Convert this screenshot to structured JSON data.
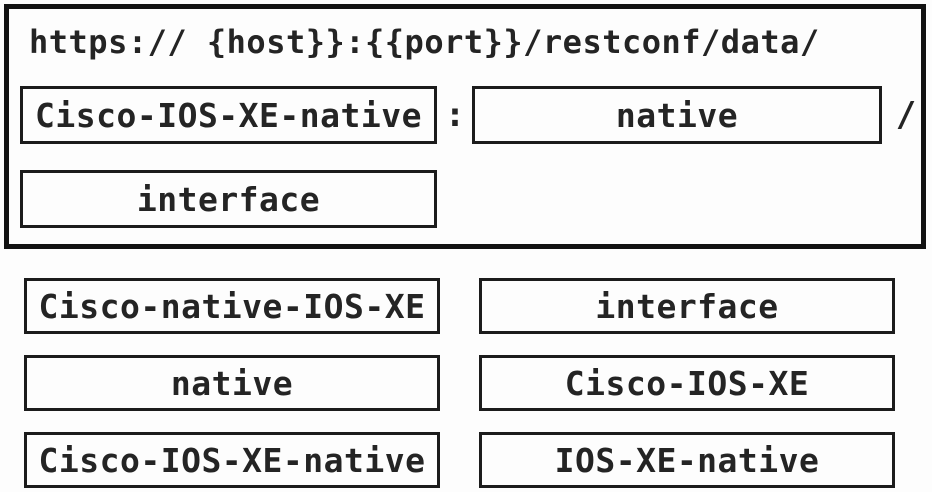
{
  "question": {
    "url_template": {
      "base_url": "https:// {host}}:{{port}}/restconf/data/",
      "slots": [
        {
          "label": "Cisco-IOS-XE-native"
        },
        {
          "label": "native"
        },
        {
          "label": "interface"
        }
      ],
      "separators": {
        "colon": ":",
        "slash": "/"
      }
    },
    "options": [
      {
        "label": "Cisco-native-IOS-XE"
      },
      {
        "label": "interface"
      },
      {
        "label": "native"
      },
      {
        "label": "Cisco-IOS-XE"
      },
      {
        "label": "Cisco-IOS-XE-native"
      },
      {
        "label": "IOS-XE-native"
      }
    ]
  },
  "colors": {
    "background": "#fdfdfd",
    "panel_border": "#121212",
    "box_border": "#1c1c1c",
    "text": "#242424"
  }
}
